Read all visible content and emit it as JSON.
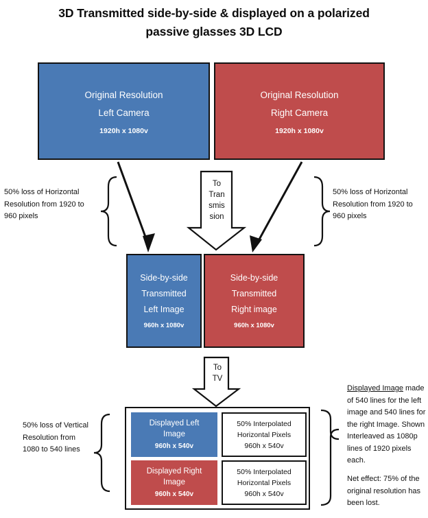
{
  "title": {
    "line1": "3D Transmitted side-by-side & displayed on a polarized",
    "line2": "passive glasses 3D LCD"
  },
  "colors": {
    "blue": "#4a7ab5",
    "red": "#bf4c4c",
    "outline": "#121212",
    "text_on_color": "#ffffff",
    "body_text": "#111111",
    "background": "#ffffff"
  },
  "boxes": {
    "left_camera": {
      "line1": "Original Resolution",
      "line2": "Left Camera",
      "resolution": "1920h x 1080v",
      "color": "blue"
    },
    "right_camera": {
      "line1": "Original Resolution",
      "line2": "Right  Camera",
      "resolution": "1920h x 1080v",
      "color": "red"
    },
    "sbs_left": {
      "line1": "Side-by-side",
      "line2": "Transmitted",
      "line3": "Left Image",
      "resolution": "960h x 1080v",
      "color": "blue"
    },
    "sbs_right": {
      "line1": "Side-by-side",
      "line2": "Transmitted",
      "line3": "Right  image",
      "resolution": "960h x 1080v",
      "color": "red"
    },
    "displayed_left": {
      "line1": "Displayed Left",
      "line2": "Image",
      "resolution": "960h x 540v",
      "color": "blue"
    },
    "displayed_right": {
      "line1": "Displayed Right",
      "line2": "Image",
      "resolution": "960h x 540v",
      "color": "red"
    },
    "interpolated_left": {
      "line1": "50% Interpolated",
      "line2": "Horizontal Pixels",
      "resolution": "960h x 540v"
    },
    "interpolated_right": {
      "line1": "50% Interpolated",
      "line2": "Horizontal Pixels",
      "resolution": "960h x 540v"
    }
  },
  "arrows": {
    "to_transmission": {
      "line1": "To",
      "line2": "Tran",
      "line3": "smis",
      "line4": "sion"
    },
    "to_tv": {
      "line1": "To",
      "line2": "TV"
    }
  },
  "notes": {
    "left_top": "50% loss of Horizontal Resolution from 1920 to 960 pixels",
    "right_top": "50% loss of Horizontal Resolution from 1920 to 960 pixels",
    "left_bottom": "50% loss of Vertical Resolution from 1080 to 540 lines",
    "right_bottom_underlined": "Displayed Image",
    "right_bottom_rest": " made of 540 lines for the left image and 540 lines for the right Image. Shown Interleaved as 1080p lines of 1920 pixels each.",
    "right_bottom_2": "Net effect: 75% of the original resolution has been lost."
  }
}
